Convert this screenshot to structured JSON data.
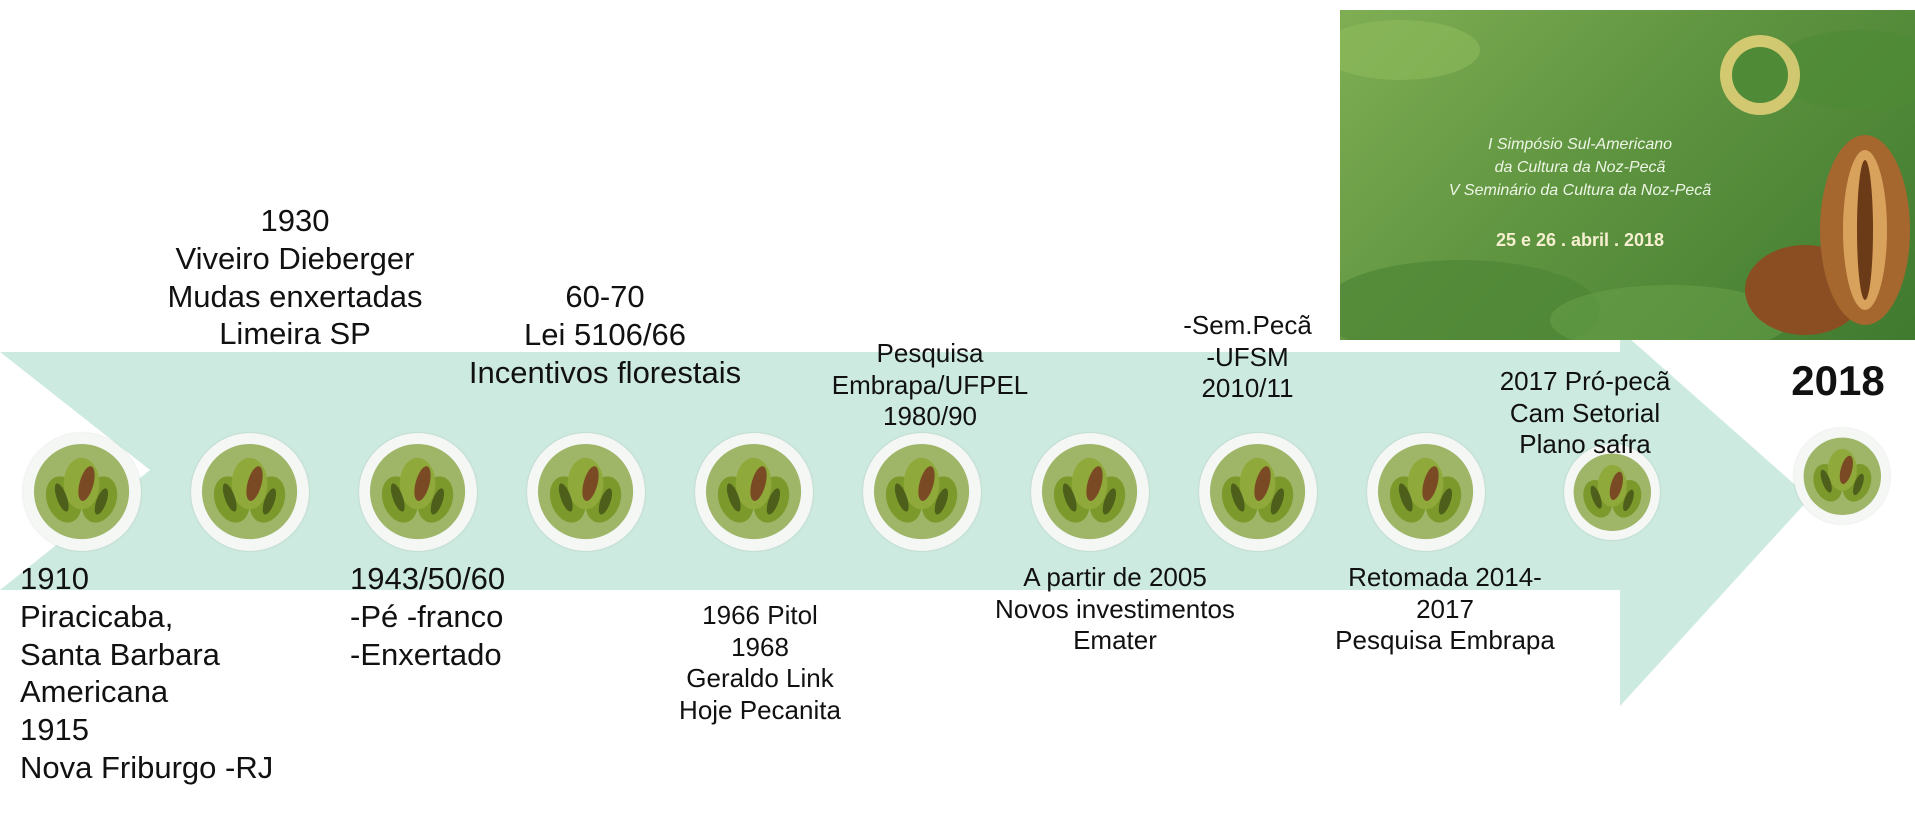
{
  "colors": {
    "arrow": "#cdeae0",
    "node_ring": "#f4f7f4",
    "pecan_green": "#7c9a2c",
    "pecan_dark": "#4d5f1a",
    "pecan_brown": "#7a4a24"
  },
  "timeline_nodes": [
    {
      "icon": "pecan-icon"
    },
    {
      "icon": "pecan-icon"
    },
    {
      "icon": "pecan-icon"
    },
    {
      "icon": "pecan-icon"
    },
    {
      "icon": "pecan-icon"
    },
    {
      "icon": "pecan-icon"
    },
    {
      "icon": "pecan-icon"
    },
    {
      "icon": "pecan-icon"
    },
    {
      "icon": "pecan-icon"
    },
    {
      "icon": "pecan-icon"
    },
    {
      "icon": "pecan-icon"
    }
  ],
  "labels": {
    "l1910": "1910\nPiracicaba,\nSanta Barbara\nAmericana\n1915\nNova Friburgo -RJ",
    "l1930": "1930\nViveiro Dieberger\nMudas enxertadas\nLimeira SP",
    "l1943": "1943/50/60\n-Pé -franco\n-Enxertado",
    "l6070": "60-70\nLei 5106/66\nIncentivos florestais",
    "l1966": "1966 Pitol\n1968\nGeraldo Link\nHoje Pecanita",
    "l1980": "Pesquisa\nEmbrapa/UFPEL\n1980/90",
    "l2005": "A partir de 2005\nNovos investimentos\nEmater",
    "l2010": "-Sem.Pecã\n-UFSM\n2010/11",
    "l2014": "Retomada 2014-\n2017\nPesquisa Embrapa",
    "l2017": "2017 Pró-pecã\nCam Setorial\nPlano safra",
    "l2018": "2018"
  },
  "banner": {
    "line1": "I Simpósio Sul-Americano",
    "line2": "da Cultura da Noz-Pecã",
    "line3": "V Seminário da Cultura da Noz-Pecã",
    "date": "25 e 26 . abril . 2018"
  }
}
